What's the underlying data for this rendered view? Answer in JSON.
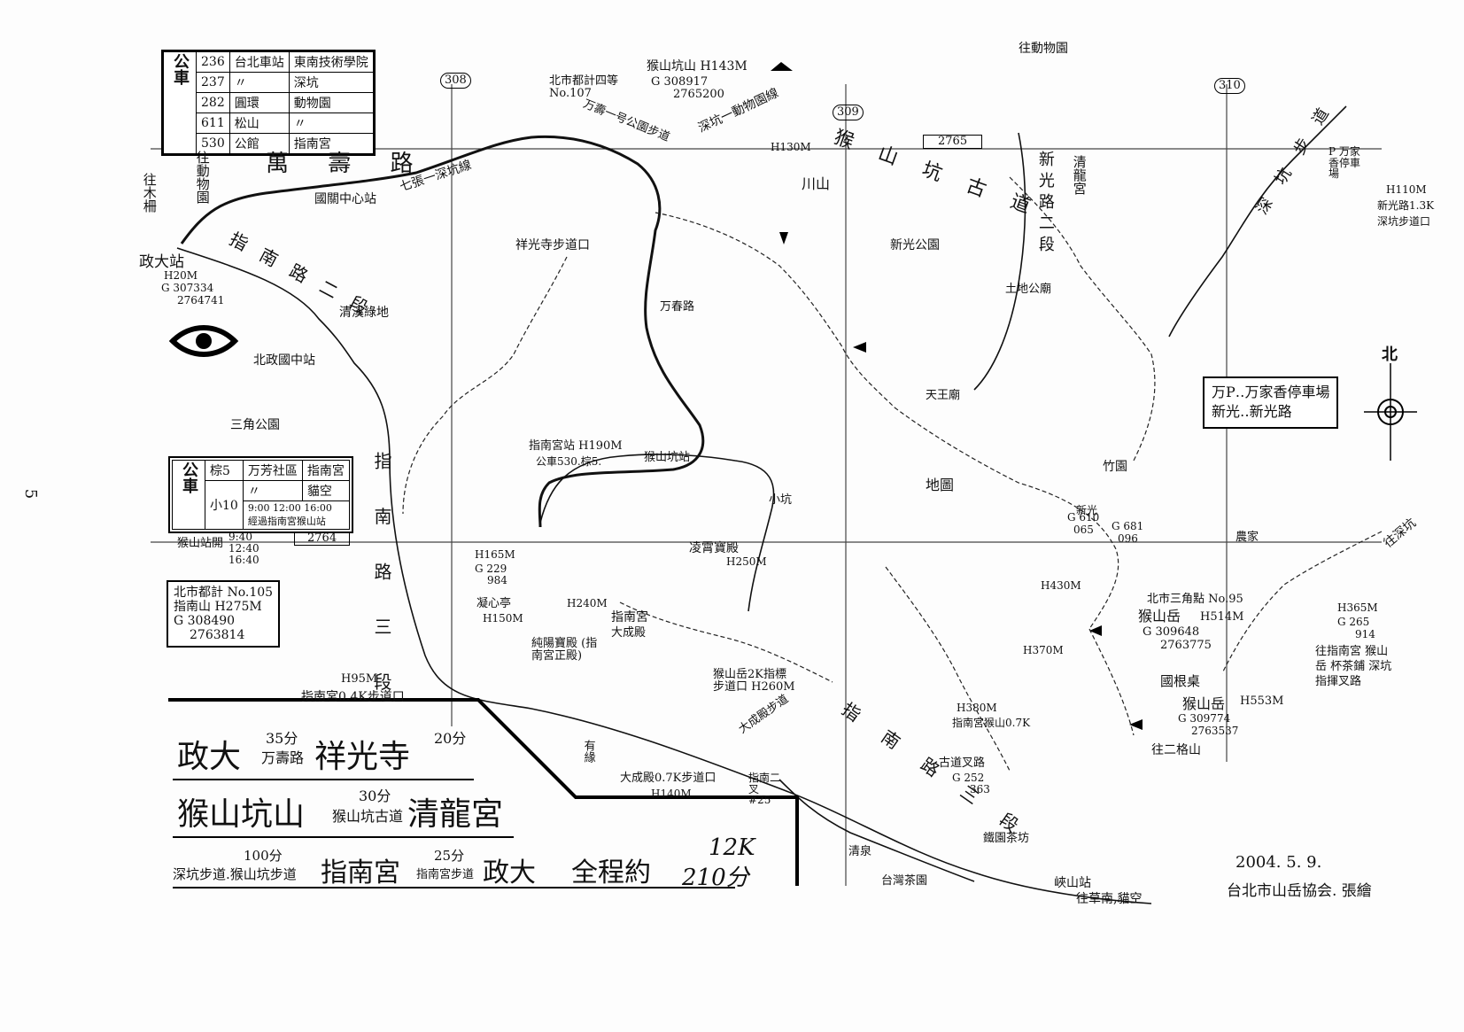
{
  "page_number": "5",
  "bus_table_1": {
    "header": "公車",
    "rows": [
      [
        "236",
        "台北車站",
        "東南技術學院"
      ],
      [
        "237",
        "〃",
        "深坑"
      ],
      [
        "282",
        "圓環",
        "動物園"
      ],
      [
        "611",
        "松山",
        "〃"
      ],
      [
        "530",
        "公館",
        "指南宮"
      ]
    ]
  },
  "bus_table_2": {
    "header": "公車",
    "row1": [
      "棕5",
      "万芳社區",
      "指南宮"
    ],
    "row2": [
      "小10",
      "〃",
      "貓空"
    ],
    "times": "9:00  12:00  16:00",
    "note": "經過指南宮猴山站",
    "station_line": "猴山站開",
    "station_times": [
      "9:40",
      "12:40",
      "16:40"
    ]
  },
  "grid_labels": [
    "308",
    "309",
    "310",
    "2765",
    "2764"
  ],
  "north_label": "北",
  "legend": {
    "line1": "万P‥万家香停車場",
    "line2": "新光‥新光路"
  },
  "survey_point": {
    "title": "北市都計 No.105",
    "name": "指南山 H275M",
    "g1": "G 308490",
    "g2": "2763814"
  },
  "places": {
    "chengchi": "政大站",
    "chengchi_h": "H20M",
    "chengchi_g1": "G 307334",
    "chengchi_g2": "2764741",
    "zoo": "往動物園",
    "zoo2": "往動物園",
    "muzha": "往木柵",
    "wanshou": "萬 壽 路",
    "guoguan": "國關中心站",
    "qizhang": "七張一深坑線",
    "zhinan_rd2": "指 南 路 二 段",
    "zhinan_rd3": "指 南 路 三 段",
    "zhinan_rd3b": "指 南 路 三 段",
    "qingxi": "清溪綠地",
    "beizheng": "北政國中站",
    "sanjiao": "三角公園",
    "xiangguang": "祥光寺步道口",
    "houshan_kengshan": "猴山坑山 H143M",
    "houshan_kengshan_g": "G 308917",
    "houshan_kengshan_g2": "2765200",
    "survey107": "北市都計四等 No.107",
    "gudao": "猴 山 坑 古 道",
    "shenkeng_zoo": "深坑一動物園線",
    "wanshou_park": "万壽一号公園步道",
    "xinguang_rd2": "新光路二段",
    "qinglong": "清龍宮",
    "xinguang_gongyuan": "新光公園",
    "tudigong": "土地公廟",
    "shenkeng_buda": "深 坑 步 道",
    "houshan_p": "P 万家香停車場",
    "h110": "H110M",
    "xinguang13": "新光路1.3K",
    "xinguang_trail": "深坑步道口",
    "zhinan_gong_stn": "指南宮站 H190M",
    "bus530": "公車530.棕5.",
    "houshan_stn": "猴山坑站",
    "xiaokeng": "小坑",
    "houshan_yue": "猴山岳",
    "houshan_yue_h": "H514M",
    "houshan_yue_g": "G 309648",
    "houshan_yue_g2": "2763775",
    "survey95": "北市三角點 No.95",
    "guogen": "國根桌",
    "houshan_yue2": "猴山岳",
    "h553": "H553M",
    "g309774": "G 309774",
    "g2763537": "2763537",
    "er_ge_shan": "往二格山",
    "h365": "H365M",
    "g265": "G 265",
    "g914": "914",
    "to_list": "往指南宮 猴山岳 杯茶鋪 深坑 指揮叉路",
    "shenkeng": "往深坑",
    "nongjia": "農家",
    "zhinan_gong_main": "純陽寶殿 (指南宮正殿)",
    "lingxiao": "凌霄寶殿",
    "lingxiao_h": "H250M",
    "dacheng": "大成殿",
    "ningxin": "凝心亭",
    "h95": "H95M",
    "zhinan_04k": "指南宮0.4K步道口",
    "dacheng_07k": "大成殿0.7K步道口",
    "h140": "H140M",
    "zhinan_2": "指南二叉 #25",
    "youyuan": "有緣",
    "xiaoshan": "峽山站",
    "to_caocao": "往草南,貓空",
    "changquan": "清泉",
    "taicha": "台灣茶園",
    "chayuan": "鐵園茶坊",
    "gudao_cha": "古道叉路",
    "g252": "G 252",
    "g363": "363",
    "h380": "H380M",
    "houshan_07k": "指南宮猴山0.7K",
    "houshan_2k": "猴山岳2K指標 步道口 H260M",
    "dacheng_dian_bu": "大成殿步道",
    "h430": "H430M",
    "h370": "H370M",
    "zhuyuan": "竹園",
    "xinguang_2k": "新光",
    "g610": "G 610",
    "g065": "065",
    "g681": "G 681",
    "g096": "096",
    "h165": "H165M",
    "g229": "G 229",
    "g984": "984",
    "h150": "H150M",
    "h240": "H240M",
    "wanchun": "万春路",
    "zhinan_yuan": "指南宮",
    "tianwang": "天王廟",
    "h130": "H130M",
    "chuanshan": "川山",
    "ditu": "地圖",
    "date": "2004. 5. 9.",
    "credit": "台北市山岳協会.  張繪"
  },
  "route_summary": {
    "line1_a": "政大",
    "line1_b_top": "35分",
    "line1_b_bot": "万壽路",
    "line1_c": "祥光寺",
    "line1_d": "20分",
    "line2_a": "猴山坑山",
    "line2_b_top": "30分",
    "line2_b_bot": "猴山坑古道",
    "line2_c": "清龍宮",
    "line3_a_top": "100分",
    "line3_a_bot": "深坑步道.猴山坑步道",
    "line3_b": "指南宮",
    "line3_c_top": "25分",
    "line3_c_bot": "指南宮步道",
    "line3_d": "政大",
    "line3_e": "全程約",
    "line3_f_top": "12K",
    "line3_f_bot": "210分"
  }
}
